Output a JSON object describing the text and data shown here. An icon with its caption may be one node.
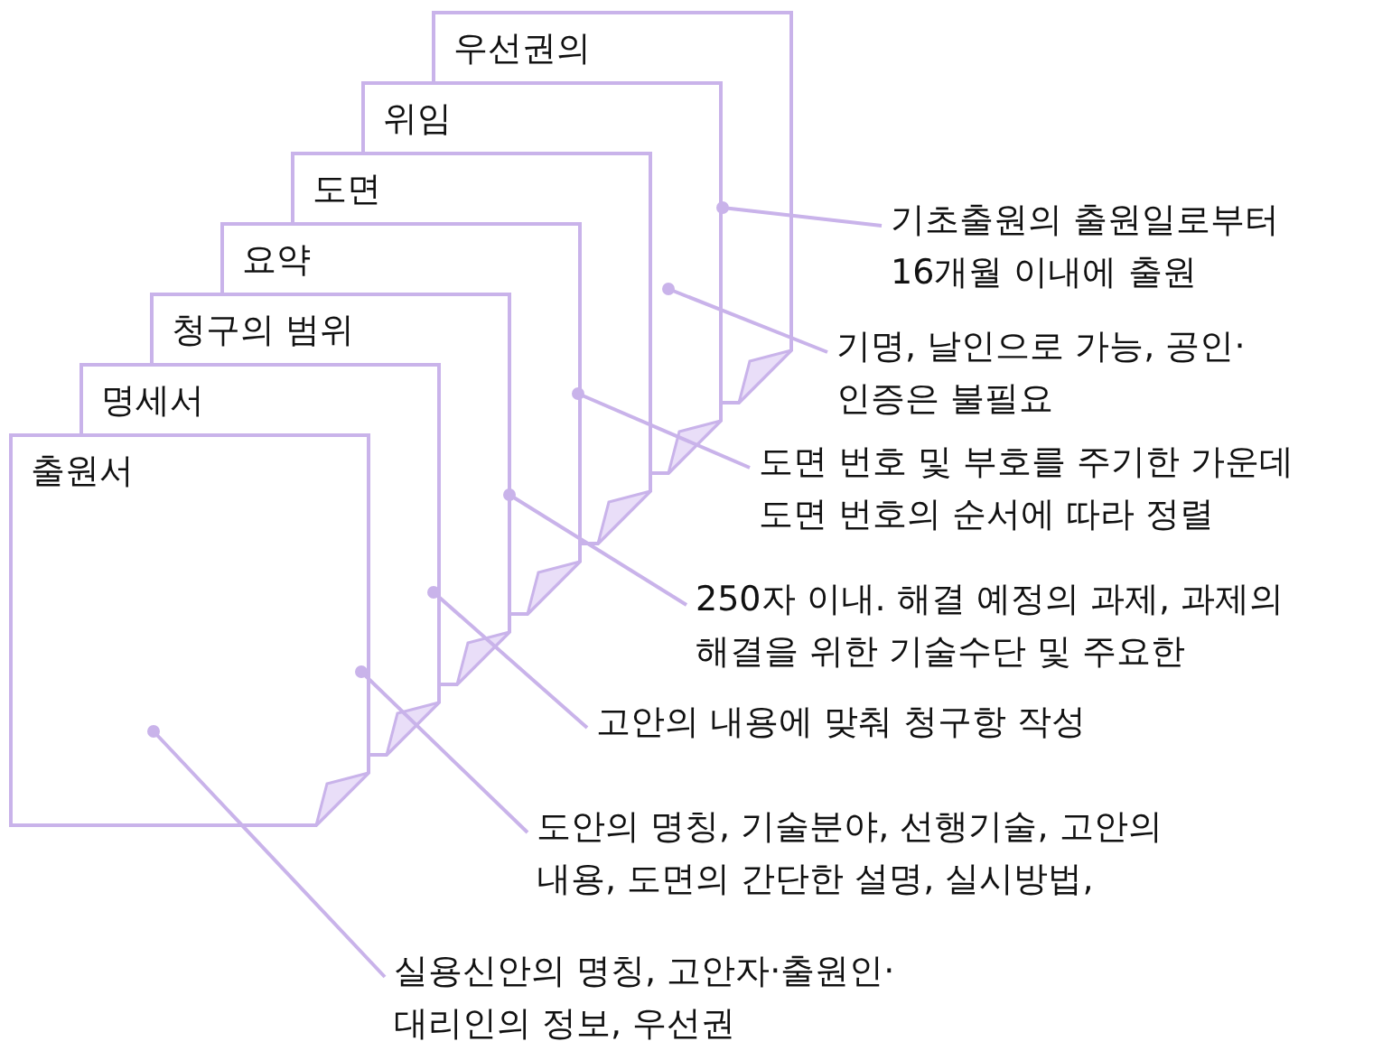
{
  "diagram": {
    "nodes": [
      {
        "text": [
          "우선권의"
        ]
      },
      {
        "text": [
          "위임"
        ]
      },
      {
        "text": [
          "도면"
        ]
      },
      {
        "text": [
          "요약"
        ]
      },
      {
        "text": [
          "청구의 범위"
        ]
      },
      {
        "text": [
          "명세서"
        ]
      },
      {
        "text": [
          "출원서"
        ]
      },
      {
        "text": [
          "기초출원의 출원일로부터 16개월 이내에 출원"
        ]
      },
      {
        "text": [
          "기명, 날인으로 가능, 공인· 인증은 불필요"
        ]
      },
      {
        "text": [
          "도면 번호 및 부호를 주기한 가운데 도면 번호의 순서에 따라 정렬"
        ]
      },
      {
        "text": [
          "250자 이내. 해결 예정의 과제, 과제의 해결을 위한 기술수단 및 주요한"
        ]
      },
      {
        "text": [
          "고안의 내용에 맞춰 청구항 작성"
        ]
      },
      {
        "text": [
          "도안의 명칭, 기술분야, 선행기술, 고안의 내용, 도면의 간단한 설명, 실시방법,"
        ]
      },
      {
        "text": [
          "실용신안의 명칭, 고안자·출원인·대리인의 정보, 우선권"
        ]
      }
    ],
    "edges": [
      {
        "from": 7,
        "to": 0,
        "arrow": "other"
      },
      {
        "from": 8,
        "to": 1,
        "arrow": "other"
      },
      {
        "from": 9,
        "to": 2,
        "arrow": "other"
      },
      {
        "from": 10,
        "to": 3,
        "arrow": "other"
      },
      {
        "from": 11,
        "to": 4,
        "arrow": "other"
      },
      {
        "from": 12,
        "to": 5,
        "arrow": "other"
      },
      {
        "from": 13,
        "to": 6,
        "arrow": "other"
      }
    ]
  }
}
